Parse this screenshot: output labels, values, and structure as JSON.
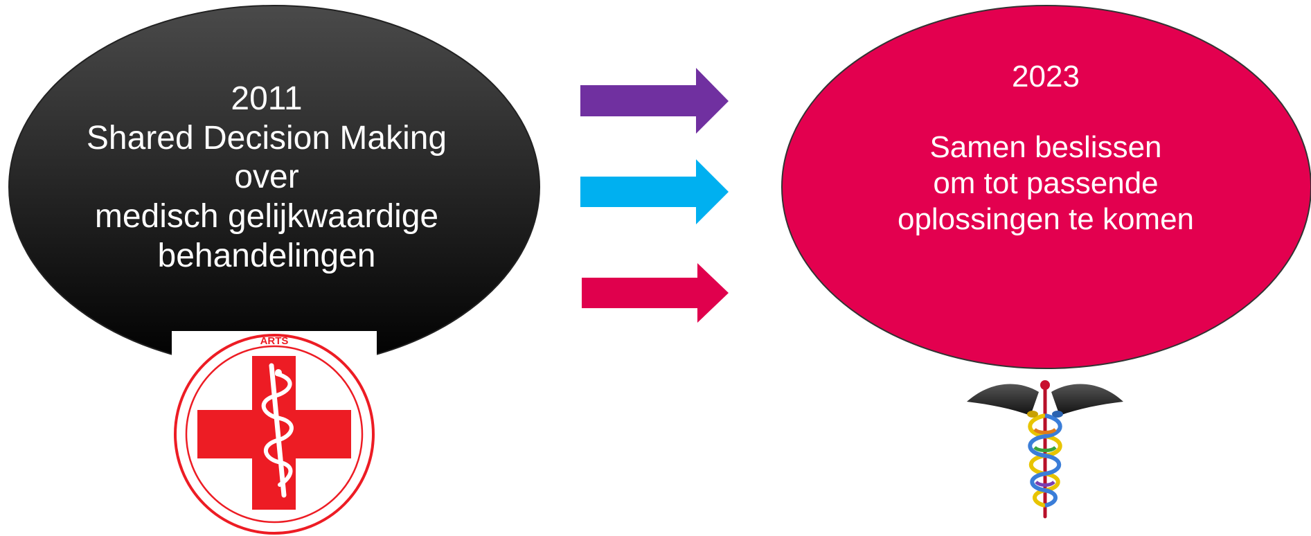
{
  "left_ellipse": {
    "year": "2011",
    "line1": "Shared Decision Making",
    "line2": "over",
    "line3": "medisch gelijkwaardige",
    "line4": "behandelingen"
  },
  "right_ellipse": {
    "year": "2023",
    "line1": "Samen beslissen",
    "line2": "om tot passende",
    "line3": "oplossingen te komen"
  },
  "logo_left": {
    "text": "ARTS",
    "icon": "red-cross-rod-of-asclepius-icon"
  },
  "logo_right": {
    "icon": "caduceus-icon"
  },
  "arrows": [
    {
      "name": "arrow-purple",
      "color": "#7030a0"
    },
    {
      "name": "arrow-blue",
      "color": "#00b0f0"
    },
    {
      "name": "arrow-magenta",
      "color": "#e0004d"
    }
  ],
  "colors": {
    "left_ellipse_top": "#4a4a4a",
    "left_ellipse_bottom": "#000000",
    "right_ellipse": "#e3004f",
    "logo_red": "#ed1c24"
  }
}
